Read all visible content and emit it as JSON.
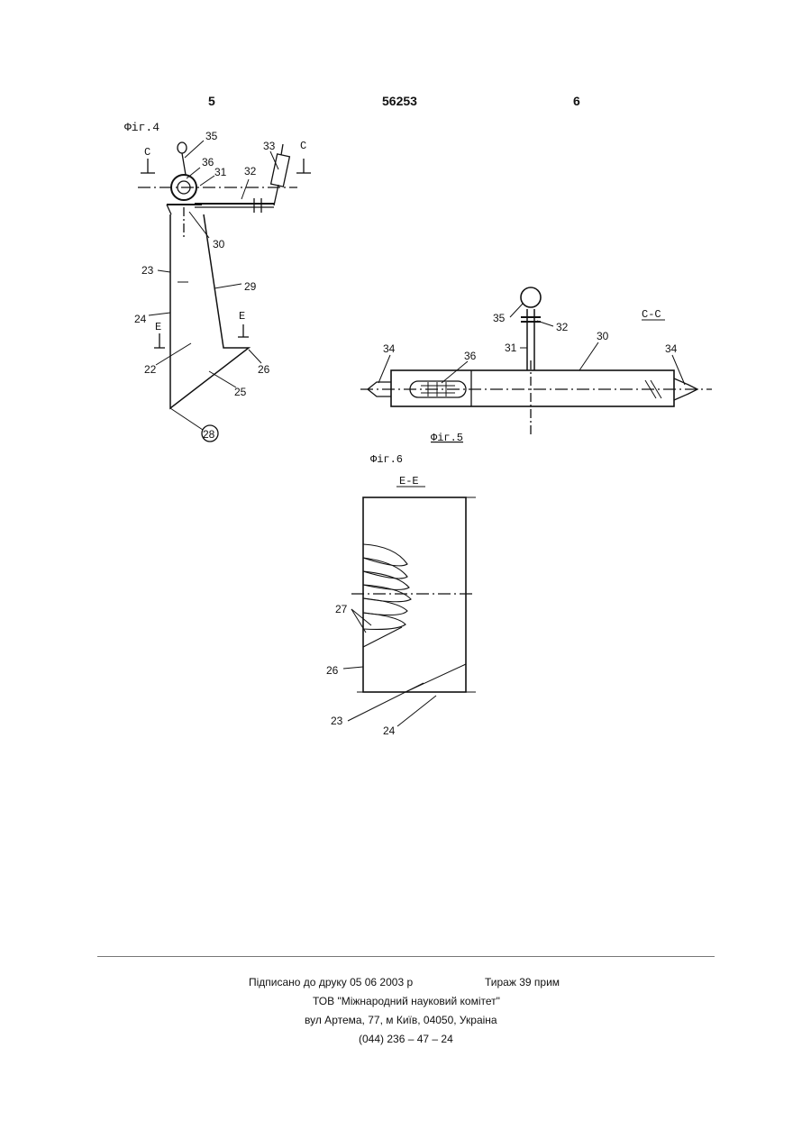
{
  "header": {
    "left_page": "5",
    "patent_number": "56253",
    "right_page": "6"
  },
  "fig4": {
    "caption": "Фіг.4",
    "section_marks": [
      "С",
      "С",
      "Е",
      "Е"
    ],
    "labels": {
      "l35": "35",
      "l36": "36",
      "l31": "31",
      "l32": "32",
      "l33": "33",
      "l30": "30",
      "l23": "23",
      "l29": "29",
      "l24": "24",
      "l22": "22",
      "l26": "26",
      "l25": "25",
      "l28": "28"
    }
  },
  "fig5": {
    "caption": "Фіг.5",
    "section_title": "С-С",
    "labels": {
      "l35": "35",
      "l32": "32",
      "l31": "31",
      "l30": "30",
      "l34a": "34",
      "l36": "36",
      "l34b": "34"
    }
  },
  "fig6": {
    "caption": "Фіг.6",
    "section_title": "Е-Е",
    "labels": {
      "l27": "27",
      "l26": "26",
      "l23": "23",
      "l24": "24"
    }
  },
  "footer": {
    "signed": "Підписано до друку 05 06 2003 р",
    "circulation": "Тираж 39 прим",
    "publisher": "ТОВ \"Міжнародний науковий комітет\"",
    "address": "вул Артема, 77, м Київ, 04050, Украіна",
    "phone": "(044) 236 – 47 – 24"
  }
}
